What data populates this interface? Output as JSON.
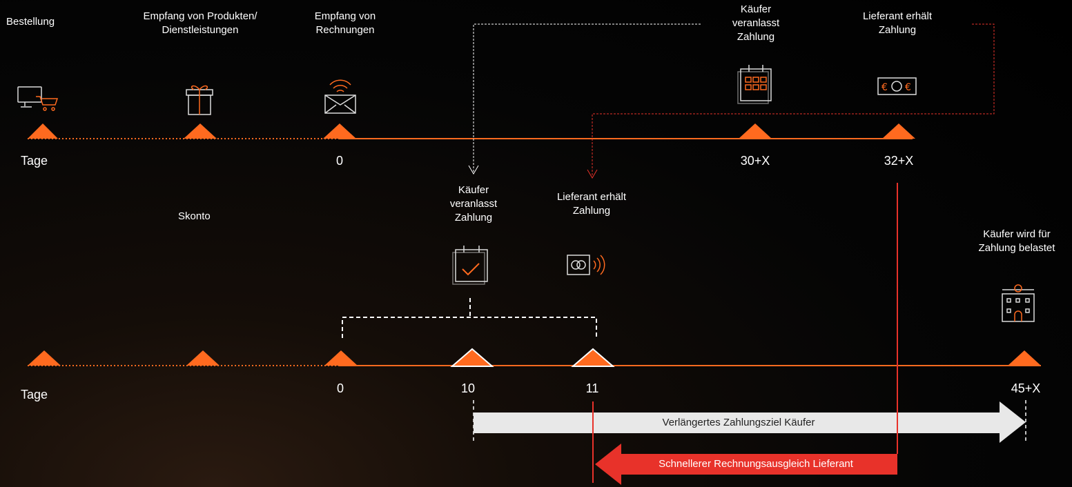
{
  "colors": {
    "accent": "#ff6a1f",
    "red": "#e8322a",
    "arrow_grey": "#e8e8e8",
    "text": "#ffffff"
  },
  "top_timeline": {
    "events": [
      {
        "label": "Bestellung",
        "icon": "computer-cart-icon"
      },
      {
        "label": "Empfang von Produkten/\nDienstleistungen",
        "icon": "gift-icon"
      },
      {
        "label": "Empfang von\nRechnungen",
        "icon": "email-wireless-icon"
      },
      {
        "label": "Käufer\nveranlasst\nZahlung",
        "icon": "calendar-icon"
      },
      {
        "label": "Lieferant erhält\nZahlung",
        "icon": "banknote-icon"
      }
    ],
    "axis": {
      "start": "Tage",
      "ticks": [
        "0",
        "30+X",
        "32+X"
      ]
    }
  },
  "bottom_timeline": {
    "skonto_label": "Skonto",
    "events": [
      {
        "label": "Käufer\nveranlasst\nZahlung",
        "icon": "calendar-check-icon"
      },
      {
        "label": "Lieferant erhält\nZahlung",
        "icon": "contactless-card-icon"
      },
      {
        "label": "Käufer wird für\nZahlung belastet",
        "icon": "bank-building-icon"
      }
    ],
    "axis": {
      "start": "Tage",
      "ticks": [
        "0",
        "10",
        "11",
        "45+X"
      ]
    }
  },
  "arrows": {
    "extended_term": "Verlängertes Zahlungsziel Käufer",
    "faster_settlement": "Schnellerer Rechnungsausgleich Lieferant"
  }
}
